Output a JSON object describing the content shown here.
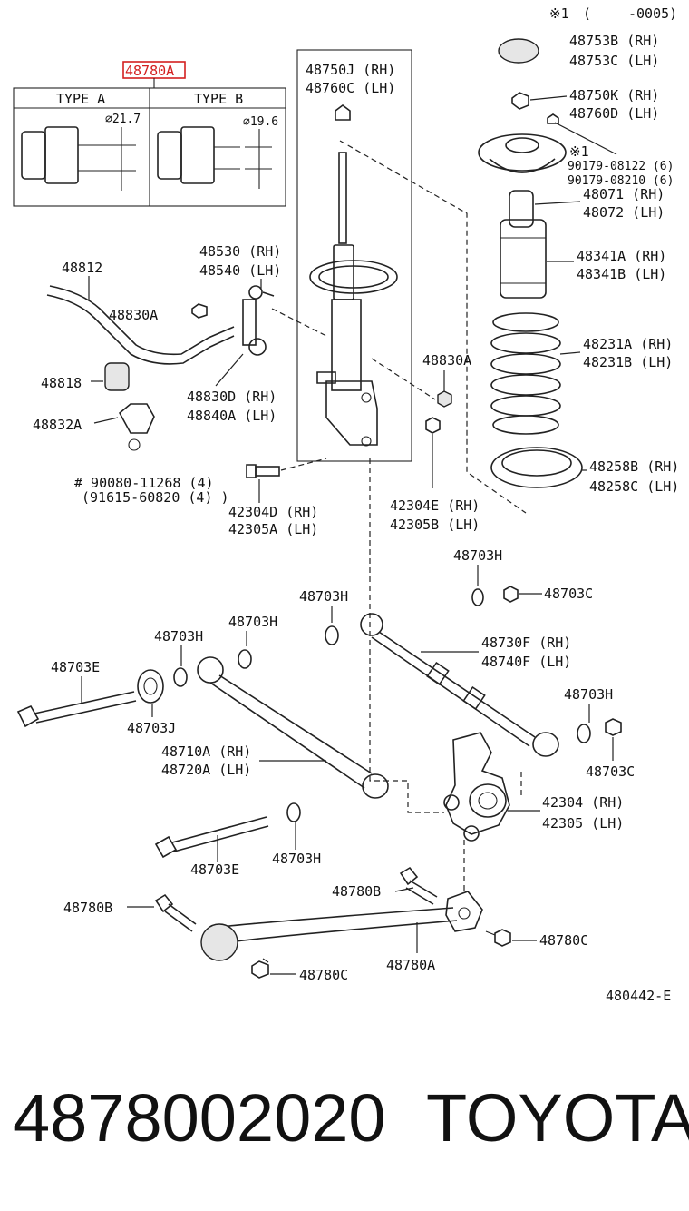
{
  "header": {
    "note_mark": "※1",
    "note_paren_open": "(",
    "note_range": "-0005)"
  },
  "highlight": {
    "part": "48780A",
    "type_a": "TYPE A",
    "type_b": "TYPE B",
    "dia_a": "⌀21.7",
    "dia_b": "⌀19.6"
  },
  "labels": {
    "l48750": [
      "48750J (RH)",
      "48760C (LH)"
    ],
    "l48753": [
      "48753B (RH)",
      "48753C (LH)"
    ],
    "l48750k": [
      "48750K (RH)",
      "48760D (LH)"
    ],
    "l90179": [
      "※1",
      "90179-08122 (6)",
      "90179-08210 (6)"
    ],
    "l48071": [
      "48071 (RH)",
      "48072 (LH)"
    ],
    "l48341": [
      "48341A (RH)",
      "48341B (LH)"
    ],
    "l48231": [
      "48231A (RH)",
      "48231B (LH)"
    ],
    "l48258": [
      "48258B (RH)",
      "48258C (LH)"
    ],
    "l48530": [
      "48530 (RH)",
      "48540 (LH)"
    ],
    "l48812": "48812",
    "l48830a_left": "48830A",
    "l48830a_right": "48830A",
    "l48818": "48818",
    "l48832a": "48832A",
    "l48830d": [
      "48830D (RH)",
      "48840A (LH)"
    ],
    "l90080": [
      "# 90080-11268 (4)",
      "(91615-60820 (4) )"
    ],
    "l42304d": [
      "42304D (RH)",
      "42305A (LH)"
    ],
    "l42304e": [
      "42304E (RH)",
      "42305B (LH)"
    ],
    "l48703h_a": "48703H",
    "l48703c_a": "48703C",
    "l48703h_b": "48703H",
    "l48730f": [
      "48730F (RH)",
      "48740F (LH)"
    ],
    "l48703h_c": "48703H",
    "l48703h_d": "48703H",
    "l48703e_a": "48703E",
    "l48703j": "48703J",
    "l48703h_e": "48703H",
    "l48703c_b": "48703C",
    "l48710a": [
      "48710A (RH)",
      "48720A (LH)"
    ],
    "l42304": [
      "42304 (RH)",
      "42305 (LH)"
    ],
    "l48703e_b": "48703E",
    "l48703h_f": "48703H",
    "l48780b_a": "48780B",
    "l48780b_b": "48780B",
    "l48780c_a": "48780C",
    "l48780a": "48780A",
    "l48780c_b": "48780C",
    "diagram_code": "480442-E"
  },
  "footer": {
    "part_number": "4878002020",
    "brand": "TOYOTA"
  }
}
